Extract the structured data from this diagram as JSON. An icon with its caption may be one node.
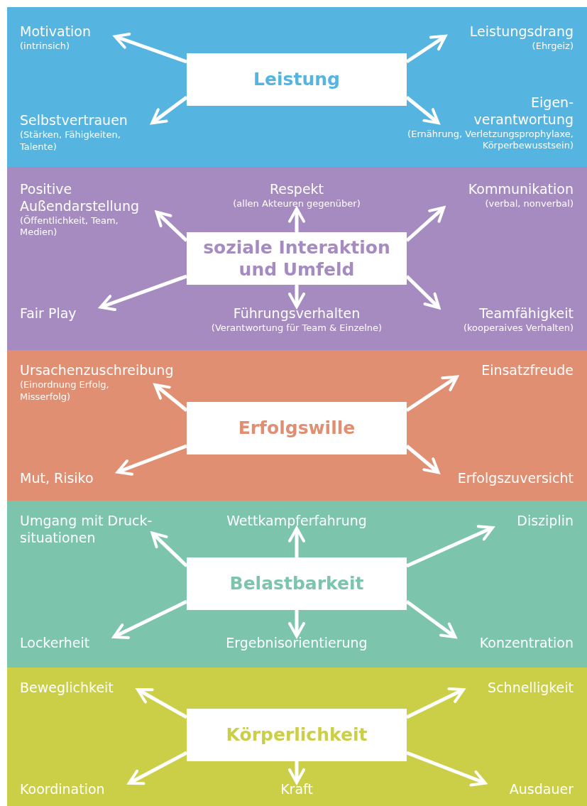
{
  "diagram": {
    "nodes": [
      {
        "text": [],
        "shape": "band"
      },
      {
        "text": [
          "Leistung"
        ],
        "in": 0
      },
      {
        "text": [
          "Motivation",
          "(intrinsich)"
        ],
        "in": 0
      },
      {
        "text": [
          "Leistungsdrang",
          "(Ehrgeiz)"
        ],
        "in": 0
      },
      {
        "text": [
          "Selbstvertrauen",
          "(Stärken, Fähigkeiten, Talente)"
        ],
        "in": 0
      },
      {
        "text": [
          "Eigen- verantwortung",
          "(Ernährung, Verletzungsprophylaxe, Körperbewusstsein)"
        ],
        "in": 0
      },
      {
        "text": [],
        "shape": "band"
      },
      {
        "text": [
          "soziale Interaktion und Umfeld"
        ],
        "in": 6
      },
      {
        "text": [
          "Positive Außendarstellung",
          "(Öffentlichkeit, Team, Medien)"
        ],
        "in": 6
      },
      {
        "text": [
          "Respekt",
          "(allen Akteuren gegenüber)"
        ],
        "in": 6
      },
      {
        "text": [
          "Kommunikation",
          "(verbal, nonverbal)"
        ],
        "in": 6
      },
      {
        "text": [
          "Fair Play"
        ],
        "in": 6
      },
      {
        "text": [
          "Führungsverhalten",
          "(Verantwortung für Team & Einzelne)"
        ],
        "in": 6
      },
      {
        "text": [
          "Teamfähigkeit",
          "(kooperaives Verhalten)"
        ],
        "in": 6
      },
      {
        "text": [],
        "shape": "band"
      },
      {
        "text": [
          "Erfolgswille"
        ],
        "in": 14
      },
      {
        "text": [
          "Ursachenzuschreibung",
          "(Einordnung Erfolg, Misserfolg)"
        ],
        "in": 14
      },
      {
        "text": [
          "Einsatzfreude"
        ],
        "in": 14
      },
      {
        "text": [
          "Mut, Risiko"
        ],
        "in": 14
      },
      {
        "text": [
          "Erfolgszuversicht"
        ],
        "in": 14
      },
      {
        "text": [],
        "shape": "band"
      },
      {
        "text": [
          "Belastbarkeit"
        ],
        "in": 20
      },
      {
        "text": [
          "Umgang mit Druck- situationen"
        ],
        "in": 20
      },
      {
        "text": [
          "Wettkampferfahrung"
        ],
        "in": 20
      },
      {
        "text": [
          "Disziplin"
        ],
        "in": 20
      },
      {
        "text": [
          "Lockerheit"
        ],
        "in": 20
      },
      {
        "text": [
          "Ergebnisorientierung"
        ],
        "in": 20
      },
      {
        "text": [
          "Konzentration"
        ],
        "in": 20
      },
      {
        "text": [],
        "shape": "band"
      },
      {
        "text": [
          "Körperlichkeit"
        ],
        "in": 28
      },
      {
        "text": [
          "Beweglichkeit"
        ],
        "in": 28
      },
      {
        "text": [
          "Schnelligkeit"
        ],
        "in": 28
      },
      {
        "text": [
          "Koordination"
        ],
        "in": 28
      },
      {
        "text": [
          "Kraft"
        ],
        "in": 28
      },
      {
        "text": [
          "Ausdauer"
        ],
        "in": 28
      }
    ],
    "edges": [
      {
        "from": 1,
        "to": 2,
        "arrow": "to"
      },
      {
        "from": 1,
        "to": 3,
        "arrow": "to"
      },
      {
        "from": 1,
        "to": 4,
        "arrow": "to"
      },
      {
        "from": 1,
        "to": 5,
        "arrow": "to"
      },
      {
        "from": 7,
        "to": 8,
        "arrow": "to"
      },
      {
        "from": 7,
        "to": 9,
        "arrow": "to"
      },
      {
        "from": 7,
        "to": 10,
        "arrow": "to"
      },
      {
        "from": 7,
        "to": 11,
        "arrow": "to"
      },
      {
        "from": 7,
        "to": 12,
        "arrow": "to"
      },
      {
        "from": 7,
        "to": 13,
        "arrow": "to"
      },
      {
        "from": 15,
        "to": 16,
        "arrow": "to"
      },
      {
        "from": 15,
        "to": 17,
        "arrow": "to"
      },
      {
        "from": 15,
        "to": 18,
        "arrow": "to"
      },
      {
        "from": 15,
        "to": 19,
        "arrow": "to"
      },
      {
        "from": 21,
        "to": 22,
        "arrow": "to"
      },
      {
        "from": 21,
        "to": 23,
        "arrow": "to"
      },
      {
        "from": 21,
        "to": 24,
        "arrow": "to"
      },
      {
        "from": 21,
        "to": 25,
        "arrow": "to"
      },
      {
        "from": 21,
        "to": 26,
        "arrow": "to"
      },
      {
        "from": 21,
        "to": 27,
        "arrow": "to"
      },
      {
        "from": 29,
        "to": 30,
        "arrow": "to"
      },
      {
        "from": 29,
        "to": 31,
        "arrow": "to"
      },
      {
        "from": 29,
        "to": 32,
        "arrow": "to"
      },
      {
        "from": 29,
        "to": 33,
        "arrow": "to"
      },
      {
        "from": 29,
        "to": 34,
        "arrow": "to"
      }
    ]
  }
}
